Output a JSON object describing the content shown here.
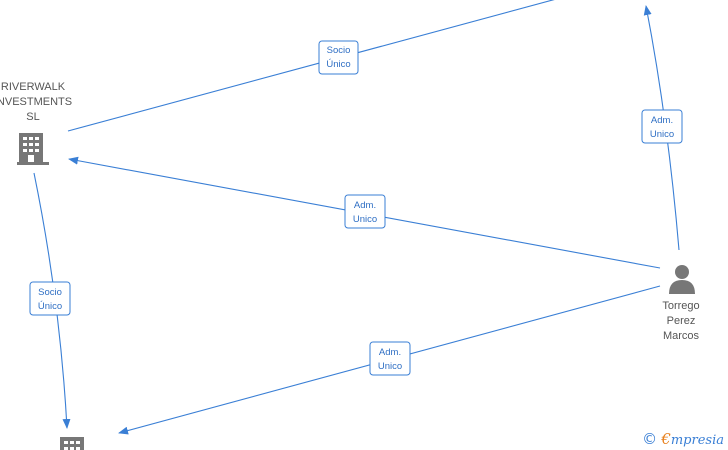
{
  "colors": {
    "edge": "#3a7fd5",
    "icon": "#777777",
    "label_text": "#555555"
  },
  "nodes": {
    "riverwalk": {
      "label_lines": [
        "RIVERWALK",
        "INVESTMENTS",
        "SL"
      ],
      "icon": "building-icon"
    },
    "torrego": {
      "label_lines": [
        "Torrego",
        "Perez",
        "Marcos"
      ],
      "icon": "person-icon"
    },
    "company_bottom": {
      "icon": "building-icon"
    },
    "company_top": {
      "icon": "building-icon"
    }
  },
  "edges": [
    {
      "from": "riverwalk",
      "to": "company_top",
      "label_lines": [
        "Socio",
        "Único"
      ]
    },
    {
      "from": "torrego",
      "to": "company_top",
      "label_lines": [
        "Adm.",
        "Unico"
      ]
    },
    {
      "from": "torrego",
      "to": "riverwalk",
      "label_lines": [
        "Adm.",
        "Unico"
      ]
    },
    {
      "from": "riverwalk",
      "to": "company_bottom",
      "label_lines": [
        "Socio",
        "Único"
      ]
    },
    {
      "from": "torrego",
      "to": "company_bottom",
      "label_lines": [
        "Adm.",
        "Unico"
      ]
    }
  ],
  "watermark": {
    "copyright": "©",
    "brand_first": "€",
    "brand_rest": "mpresia"
  }
}
